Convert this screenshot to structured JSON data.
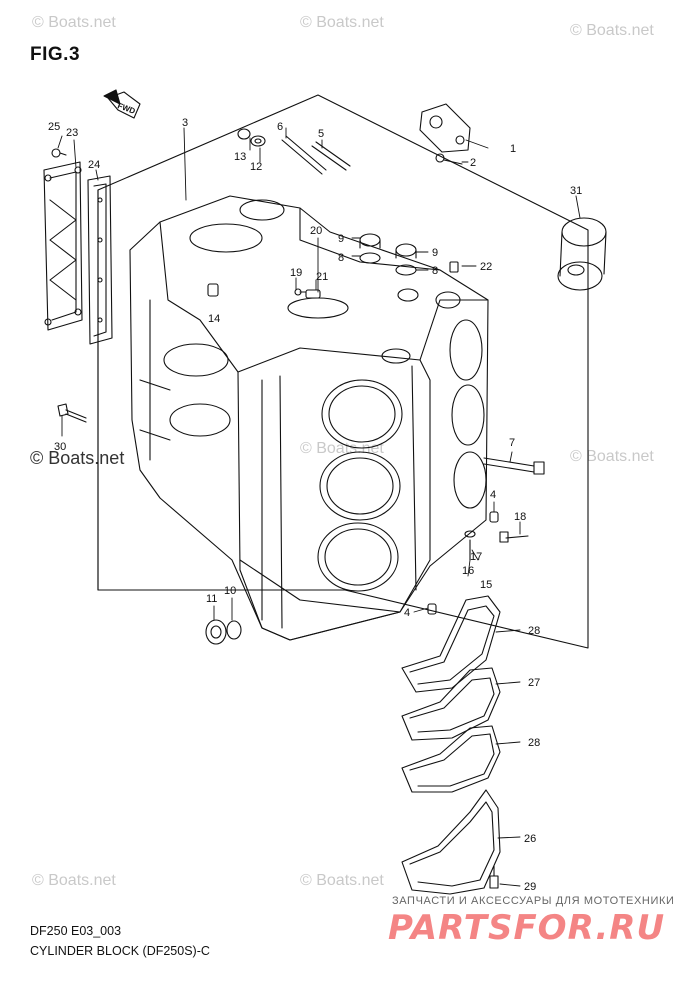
{
  "figure": {
    "title": "FIG.3",
    "code": "DF250 E03_003",
    "caption": "CYLINDER BLOCK (DF250S)-C",
    "fwd_label": "FWD"
  },
  "callouts": [
    {
      "id": "c1",
      "text": "1"
    },
    {
      "id": "c2",
      "text": "2"
    },
    {
      "id": "c3",
      "text": "3"
    },
    {
      "id": "c4a",
      "text": "4"
    },
    {
      "id": "c4b",
      "text": "4"
    },
    {
      "id": "c5",
      "text": "5"
    },
    {
      "id": "c6",
      "text": "6"
    },
    {
      "id": "c7",
      "text": "7"
    },
    {
      "id": "c8a",
      "text": "8"
    },
    {
      "id": "c8b",
      "text": "8"
    },
    {
      "id": "c9a",
      "text": "9"
    },
    {
      "id": "c9b",
      "text": "9"
    },
    {
      "id": "c10",
      "text": "10"
    },
    {
      "id": "c11",
      "text": "11"
    },
    {
      "id": "c12",
      "text": "12"
    },
    {
      "id": "c13",
      "text": "13"
    },
    {
      "id": "c14",
      "text": "14"
    },
    {
      "id": "c15",
      "text": "15"
    },
    {
      "id": "c16",
      "text": "16"
    },
    {
      "id": "c17",
      "text": "17"
    },
    {
      "id": "c18",
      "text": "18"
    },
    {
      "id": "c19",
      "text": "19"
    },
    {
      "id": "c20",
      "text": "20"
    },
    {
      "id": "c21",
      "text": "21"
    },
    {
      "id": "c22",
      "text": "22"
    },
    {
      "id": "c23",
      "text": "23"
    },
    {
      "id": "c24",
      "text": "24"
    },
    {
      "id": "c25",
      "text": "25"
    },
    {
      "id": "c26",
      "text": "26"
    },
    {
      "id": "c27",
      "text": "27"
    },
    {
      "id": "c28a",
      "text": "28"
    },
    {
      "id": "c28b",
      "text": "28"
    },
    {
      "id": "c29",
      "text": "29"
    },
    {
      "id": "c30",
      "text": "30"
    },
    {
      "id": "c31",
      "text": "31"
    }
  ],
  "watermarks": {
    "faint": "© Boats.net",
    "strong": "© Boats.net"
  },
  "advert": {
    "line": "ЗАПЧАСТИ И АКСЕССУАРЫ ДЛЯ МОТОТЕХНИКИ",
    "brand": "PARTSFOR.RU"
  },
  "colors": {
    "line": "#111111",
    "watermark": "#c9c9c9",
    "brand": "#f48585"
  }
}
